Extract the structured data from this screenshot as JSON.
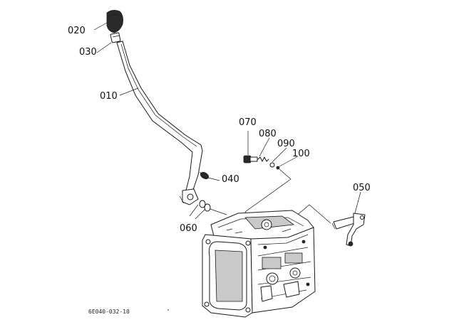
{
  "diagram": {
    "parts": [
      {
        "id": "p020",
        "label": "020"
      },
      {
        "id": "p030",
        "label": "030"
      },
      {
        "id": "p010",
        "label": "010"
      },
      {
        "id": "p070",
        "label": "070"
      },
      {
        "id": "p080",
        "label": "080"
      },
      {
        "id": "p090",
        "label": "090"
      },
      {
        "id": "p100",
        "label": "100"
      },
      {
        "id": "p040",
        "label": "040"
      },
      {
        "id": "p050",
        "label": "050"
      },
      {
        "id": "p060",
        "label": "060"
      }
    ],
    "figure_code": "6E040-032-10"
  },
  "colors": {
    "ink": "#1a1a1a",
    "background": "#ffffff"
  }
}
